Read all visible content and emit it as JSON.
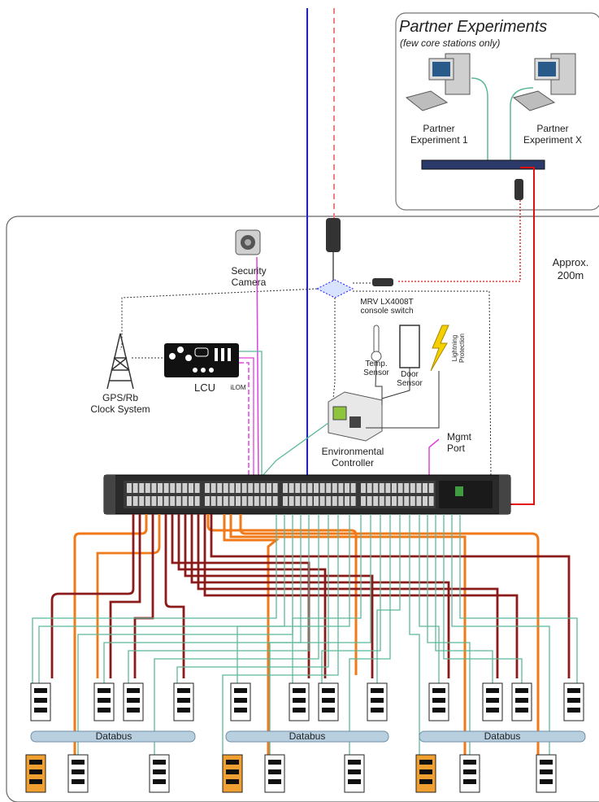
{
  "partner": {
    "title": "Partner Experiments",
    "subtitle": "(few core stations only)",
    "exp1_line1": "Partner",
    "exp1_line2": "Experiment 1",
    "expx_line1": "Partner",
    "expx_line2": "Experiment X"
  },
  "distance": {
    "line1": "Approx.",
    "line2": "200m"
  },
  "camera": {
    "line1": "Security",
    "line2": "Camera"
  },
  "console": {
    "line1": "MRV LX4008T",
    "line2": "console switch"
  },
  "gps": {
    "line1": "GPS/Rb",
    "line2": "Clock System"
  },
  "lcu": {
    "label": "LCU",
    "ilom": "iLOM"
  },
  "temp": {
    "line1": "Temp.",
    "line2": "Sensor"
  },
  "door": {
    "line1": "Door",
    "line2": "Sensor"
  },
  "lightning": {
    "line1": "Lightning",
    "line2": "Protection"
  },
  "env": {
    "line1": "Environmental",
    "line2": "Controller"
  },
  "mgmt": {
    "line1": "Mgmt",
    "line2": "Port"
  },
  "databus": [
    "Databus",
    "Databus",
    "Databus"
  ],
  "colors": {
    "blue": "#1a1aff",
    "pink_dashed": "#f08080",
    "magenta": "#e040e0",
    "green": "#5cb89a",
    "orange": "#f07a1a",
    "darkred": "#8b1a1a",
    "red": "#e01010",
    "databus": "#b8cfe0"
  }
}
